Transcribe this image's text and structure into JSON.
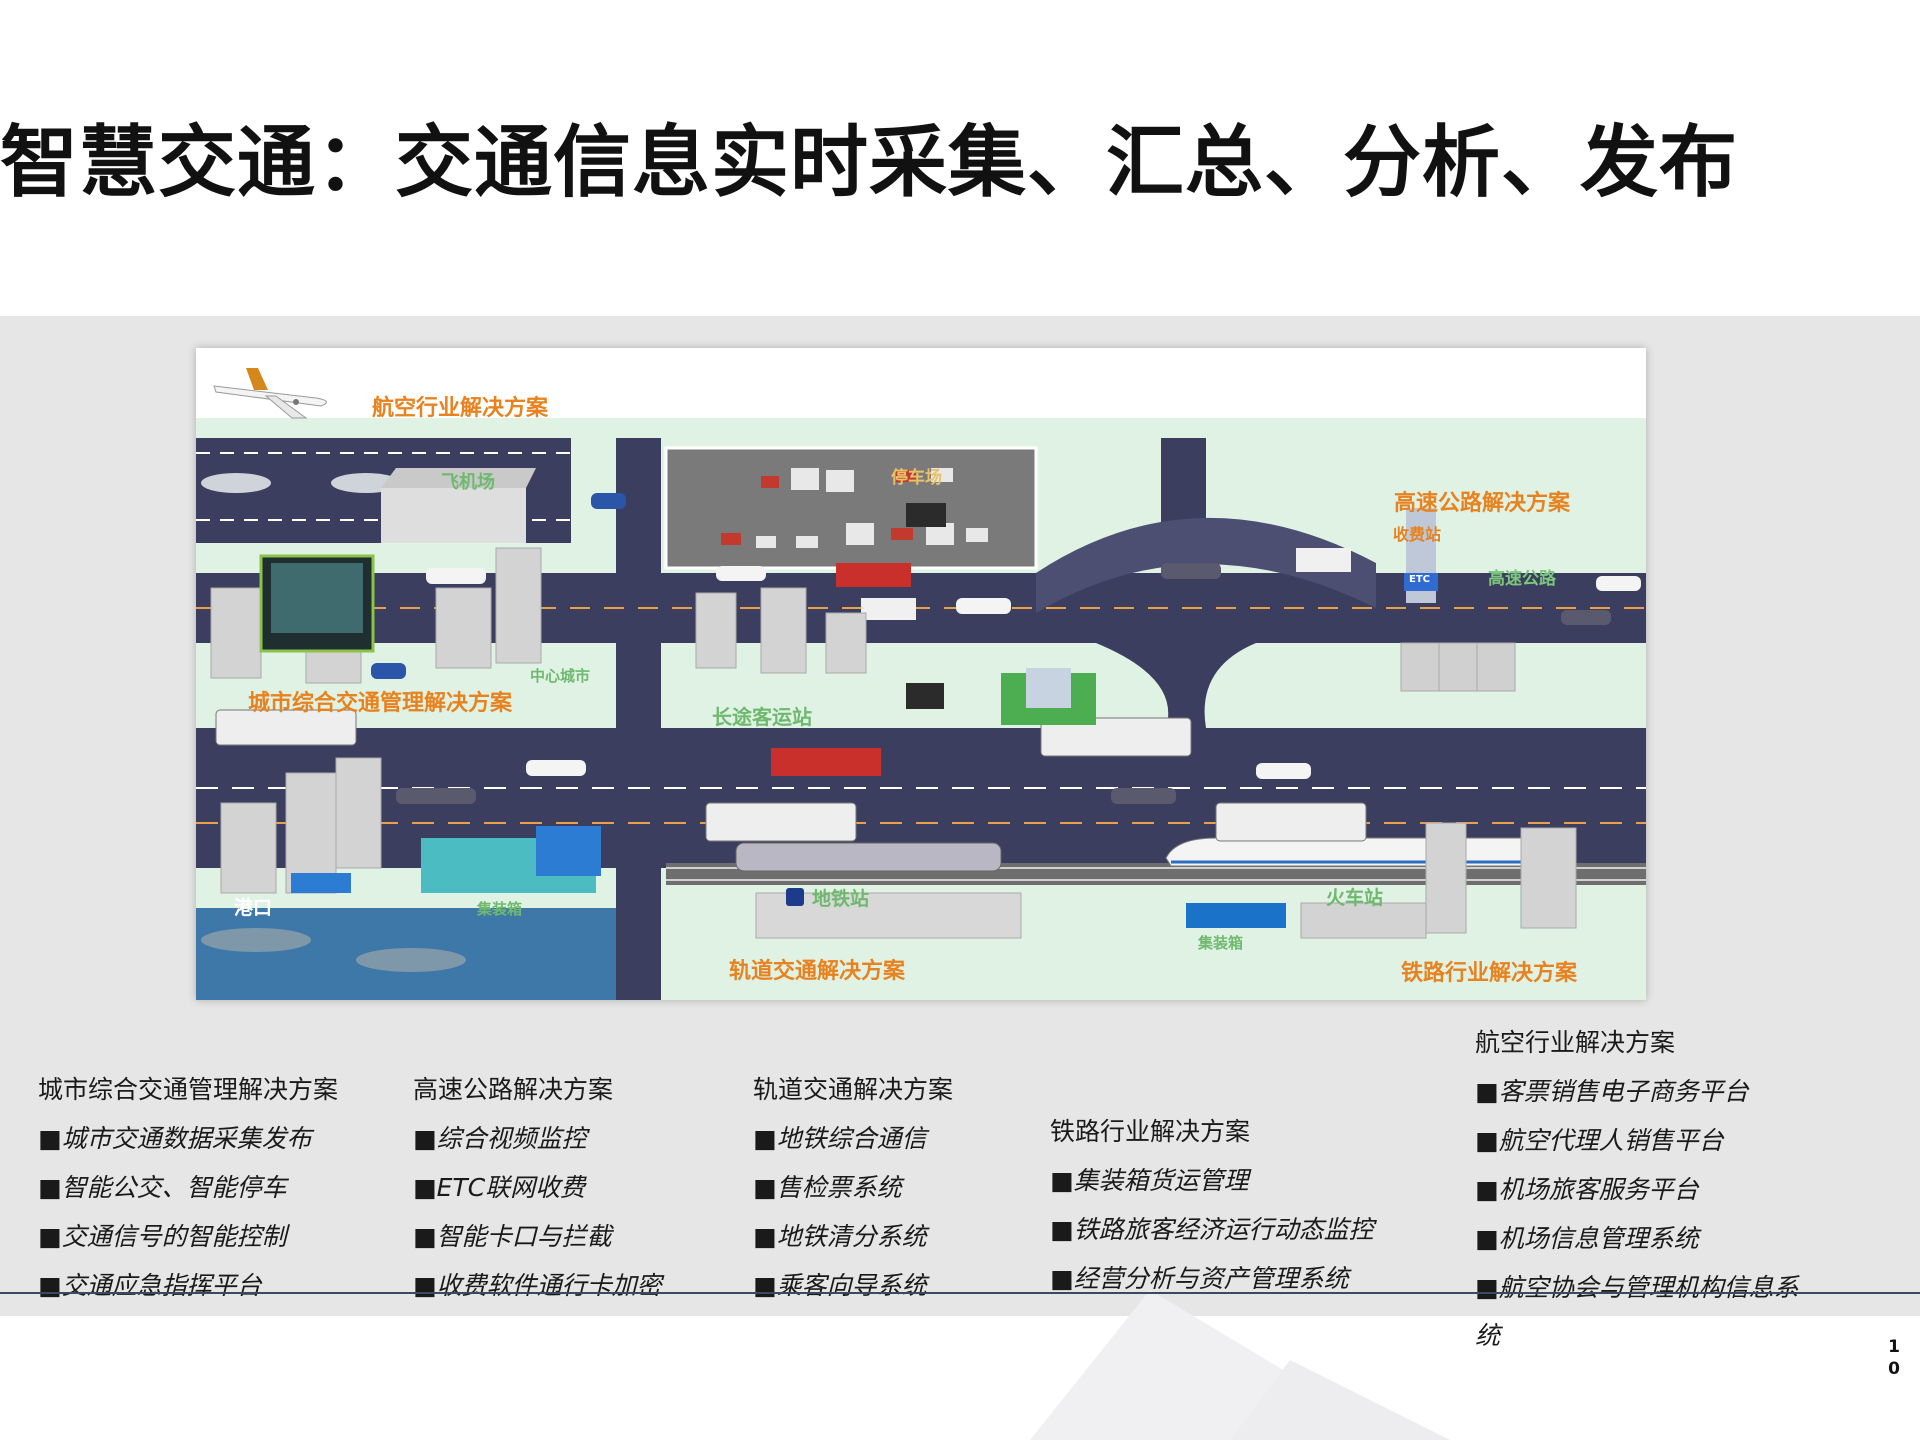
{
  "title": "智慧交通：交通信息实时采集、汇总、分析、发布",
  "page_number": [
    "1",
    "0"
  ],
  "map_labels": {
    "aviation": "航空行业解决方案",
    "airport": "飞机场",
    "parking": "停车场",
    "highway": "高速公路解决方案",
    "toll_station": "收费站",
    "etc": "ETC",
    "expressway": "高速公路",
    "city_center": "中心城市",
    "city_traffic": "城市综合交通管理解决方案",
    "coach_station": "长途客运站",
    "port": "港口",
    "container": "集装箱",
    "metro_station": "地铁站",
    "rail_transit": "轨道交通解决方案",
    "train_station": "火车站",
    "railway": "铁路行业解决方案",
    "container2": "集装箱"
  },
  "columns": [
    {
      "heading": "城市综合交通管理解决方案",
      "items": [
        "城市交通数据采集发布",
        "智能公交、智能停车",
        "交通信号的智能控制",
        "交通应急指挥平台"
      ]
    },
    {
      "heading": "高速公路解决方案",
      "items": [
        "综合视频监控",
        "ETC联网收费",
        "智能卡口与拦截",
        "收费软件通行卡加密"
      ]
    },
    {
      "heading": "轨道交通解决方案",
      "items": [
        "地铁综合通信",
        "售检票系统",
        "地铁清分系统",
        "乘客向导系统"
      ]
    },
    {
      "heading": "铁路行业解决方案",
      "items": [
        "集装箱货运管理",
        "铁路旅客经济运行动态监控",
        "经营分析与资产管理系统"
      ]
    },
    {
      "heading": "航空行业解决方案",
      "items": [
        "客票销售电子商务平台",
        "航空代理人销售平台",
        "机场旅客服务平台",
        "机场信息管理系统",
        "航空协会与管理机构信息系"
      ],
      "wrap": "统"
    }
  ],
  "colors": {
    "road": "#3b3e5e",
    "ground": "#dff2e4",
    "label_orange": "#e8821e",
    "label_green": "#4caf50",
    "water": "#3d78a8",
    "building": "#d8d8d8"
  }
}
